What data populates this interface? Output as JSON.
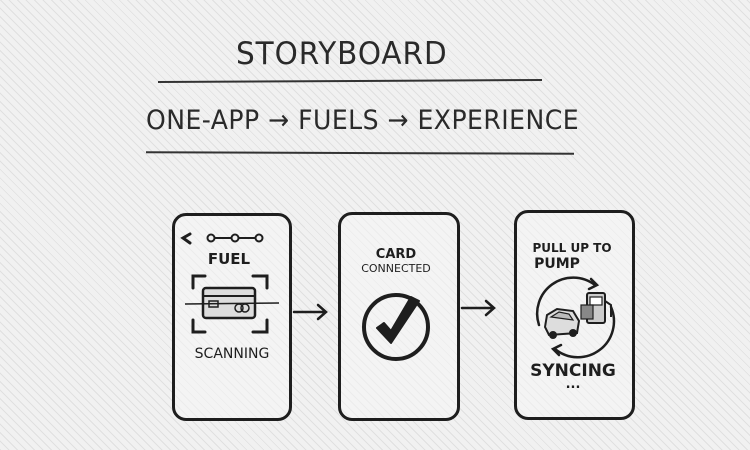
{
  "header": {
    "title": "STORYBOARD",
    "flow": [
      "ONE-APP",
      "FUELS",
      "EXPERIENCE"
    ],
    "arrow_glyph": "→"
  },
  "screens": [
    {
      "title": "FUEL",
      "status": "SCANNING",
      "icons": [
        "back-arrow-icon",
        "progress-dots-icon",
        "credit-card-icon",
        "scan-frame-icon"
      ]
    },
    {
      "title_line1": "CARD",
      "title_line2": "CONNECTED",
      "icons": [
        "checkmark-circle-icon"
      ]
    },
    {
      "title_line1": "PULL UP TO",
      "title_line2": "PUMP",
      "status": "SYNCING",
      "ellipsis": "...",
      "icons": [
        "car-icon",
        "fuel-pump-icon",
        "sync-arrows-icon"
      ]
    }
  ],
  "colors": {
    "ink": "#1e1e1e",
    "paper": "#f1f1f1"
  }
}
